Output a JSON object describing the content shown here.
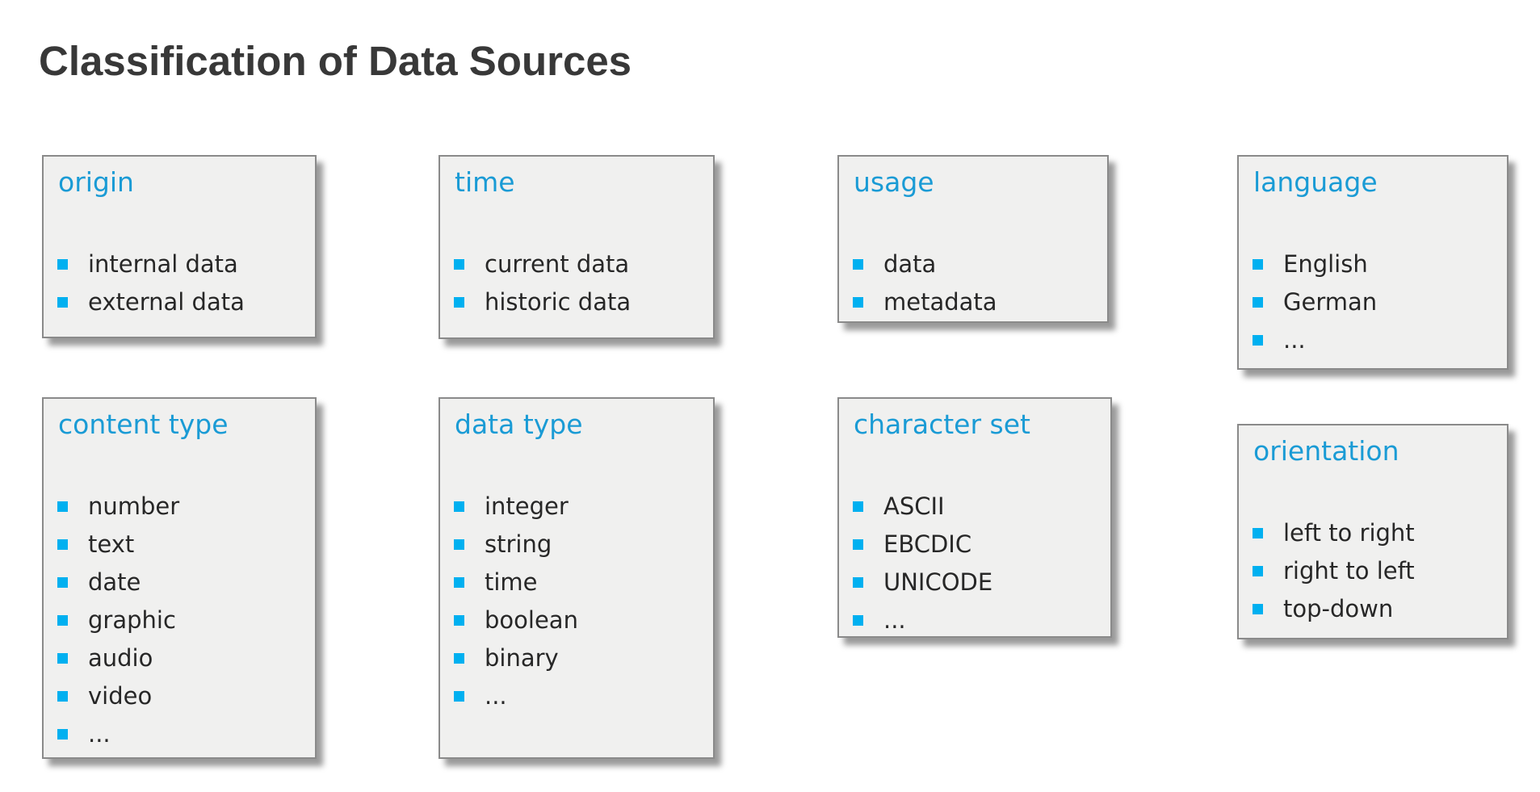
{
  "title": "Classification of Data Sources",
  "colors": {
    "heading_text": "#383838",
    "box_title_accent": "#1a9bd5",
    "bullet": "#00b0f0",
    "box_background": "#f0f0ef",
    "box_border": "#8a8a8a",
    "body_text": "#272727"
  },
  "boxes": {
    "origin": {
      "title": "origin",
      "items": [
        "internal data",
        "external data"
      ]
    },
    "time": {
      "title": "time",
      "items": [
        "current data",
        "historic data"
      ]
    },
    "usage": {
      "title": "usage",
      "items": [
        "data",
        "metadata"
      ]
    },
    "language": {
      "title": "language",
      "items": [
        "English",
        "German",
        "..."
      ]
    },
    "content_type": {
      "title": "content type",
      "items": [
        "number",
        "text",
        "date",
        "graphic",
        "audio",
        "video",
        "..."
      ]
    },
    "data_type": {
      "title": "data type",
      "items": [
        "integer",
        "string",
        "time",
        "boolean",
        "binary",
        "..."
      ]
    },
    "character_set": {
      "title": "character set",
      "items": [
        "ASCII",
        "EBCDIC",
        "UNICODE",
        "..."
      ]
    },
    "orientation": {
      "title": "orientation",
      "items": [
        "left to right",
        "right to left",
        "top-down"
      ]
    }
  }
}
